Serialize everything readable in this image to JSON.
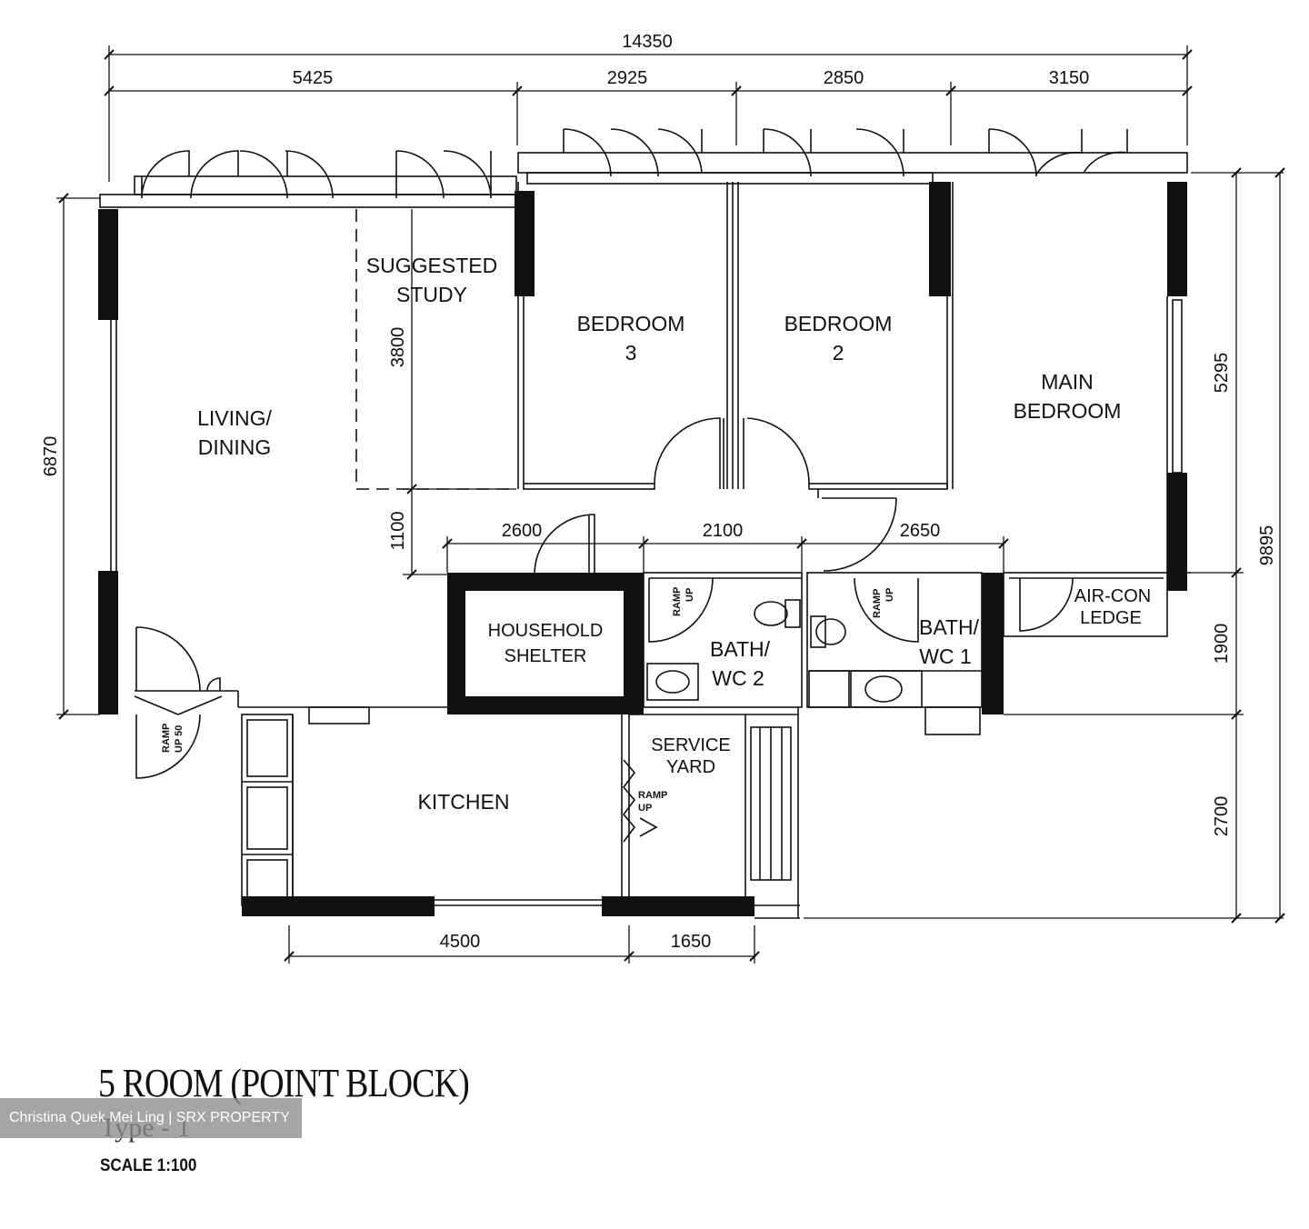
{
  "plan": {
    "rooms": {
      "suggested_study": [
        "SUGGESTED",
        "STUDY"
      ],
      "bedroom3": [
        "BEDROOM",
        "3"
      ],
      "bedroom2": [
        "BEDROOM",
        "2"
      ],
      "main_bedroom": [
        "MAIN",
        "BEDROOM"
      ],
      "living_dining": [
        "LIVING/",
        "DINING"
      ],
      "household_shelter": [
        "HOUSEHOLD",
        "SHELTER"
      ],
      "bath_wc2": [
        "BATH/",
        "WC 2"
      ],
      "bath_wc1": [
        "BATH/",
        "WC 1"
      ],
      "aircon_ledge": [
        "AIR-CON",
        "LEDGE"
      ],
      "service_yard": [
        "SERVICE",
        "YARD"
      ],
      "kitchen": "KITCHEN"
    },
    "ramps": {
      "bath2": [
        "RAMP",
        "UP"
      ],
      "bath1": [
        "RAMP",
        "UP"
      ],
      "entrance": [
        "RAMP",
        "UP 50"
      ],
      "service_yard": [
        "RAMP",
        "UP"
      ]
    },
    "dimensions": {
      "overall_width": "14350",
      "top_1": "5425",
      "top_2": "2925",
      "top_3": "2850",
      "top_4": "3150",
      "left_height": "6870",
      "study_depth": "3800",
      "corridor": "1100",
      "mid_1": "2600",
      "mid_2": "2100",
      "mid_3": "2650",
      "right_1": "5295",
      "right_2": "1900",
      "right_3": "2700",
      "right_total": "9895",
      "bottom_1": "4500",
      "bottom_2": "1650"
    }
  },
  "title": "5 ROOM (POINT BLOCK)",
  "subtitle": "Type - 1",
  "scale": "SCALE  1:100",
  "watermark": "Christina Quek Mei Ling | SRX PROPERTY"
}
